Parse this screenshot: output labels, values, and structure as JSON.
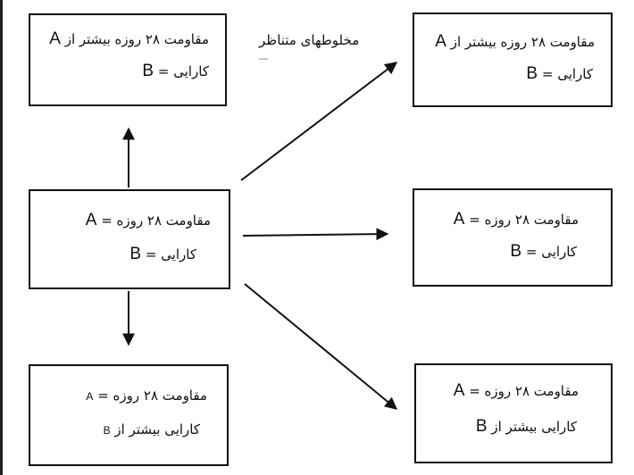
{
  "caption": "مخلوطهای متناظر",
  "boxes": {
    "top_left": {
      "line1": "مقاومت ۲۸ روزه بیشتر از",
      "line1_latin": "A",
      "line2": "کارایی =",
      "line2_latin": "B"
    },
    "center": {
      "line1": "مقاومت ۲۸ روزه =",
      "line1_latin": "A",
      "line2": "کارایی =",
      "line2_latin": "B"
    },
    "bottom_left": {
      "line1": "مقاومت ۲۸ روزه =",
      "line1_latin": "A",
      "line2": "کارایی بیشتر از",
      "line2_latin": "B"
    },
    "top_right": {
      "line1": "مقاومت ۲۸ روزه بیشتر از",
      "line1_latin": "A",
      "line2": "کارایی =",
      "line2_latin": "B"
    },
    "middle_right": {
      "line1": "مقاومت ۲۸ روزه =",
      "line1_latin": "A",
      "line2": "کارایی =",
      "line2_latin": "B"
    },
    "bottom_right": {
      "line1": "مقاومت ۲۸ روزه =",
      "line1_latin": "A",
      "line2": "کارایی بیشتر از",
      "line2_latin": "B"
    }
  },
  "colors": {
    "stroke": "#111111",
    "background": "#ffffff"
  }
}
